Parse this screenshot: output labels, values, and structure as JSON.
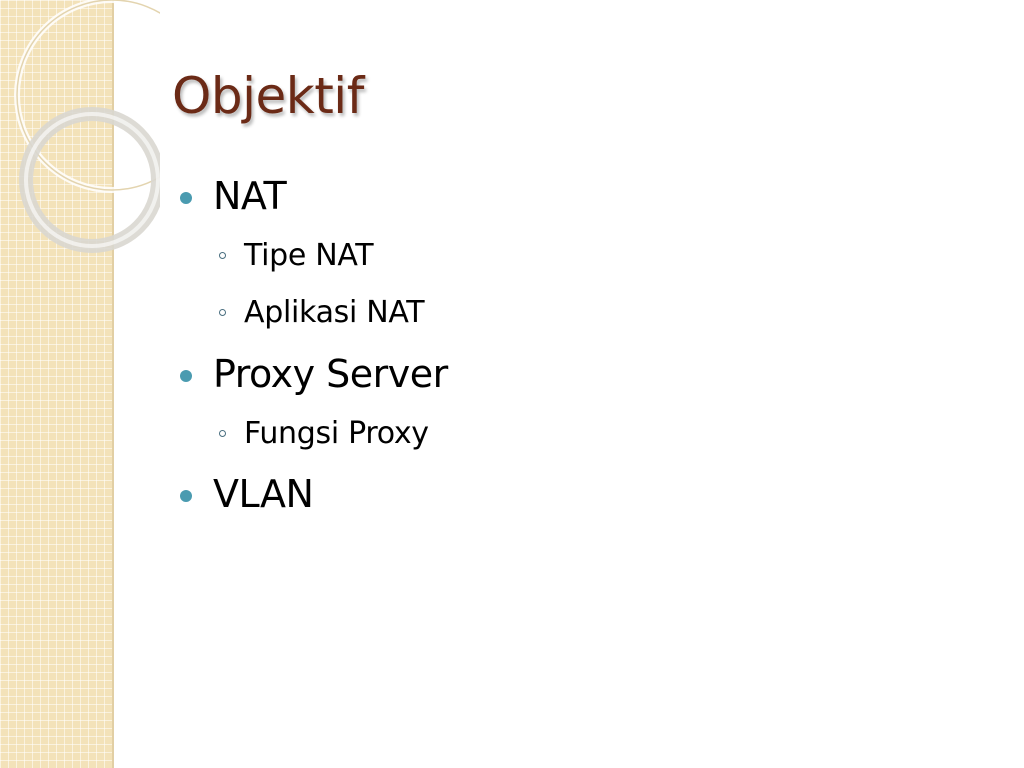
{
  "slide": {
    "title": "Objektif",
    "bullets": [
      {
        "level": 1,
        "text": "NAT"
      },
      {
        "level": 2,
        "text": "Tipe NAT"
      },
      {
        "level": 2,
        "text": "Aplikasi NAT"
      },
      {
        "level": 1,
        "text": "Proxy Server"
      },
      {
        "level": 2,
        "text": "Fungsi Proxy"
      },
      {
        "level": 1,
        "text": "VLAN"
      }
    ]
  },
  "colors": {
    "title": "#6b2a16",
    "bullet_primary": "#4a9bb0",
    "side_panel": "#f3e2b9"
  },
  "icons": {
    "level1_marker": "filled-circle-bullet-icon",
    "level2_marker": "hollow-circle-bullet-icon"
  }
}
